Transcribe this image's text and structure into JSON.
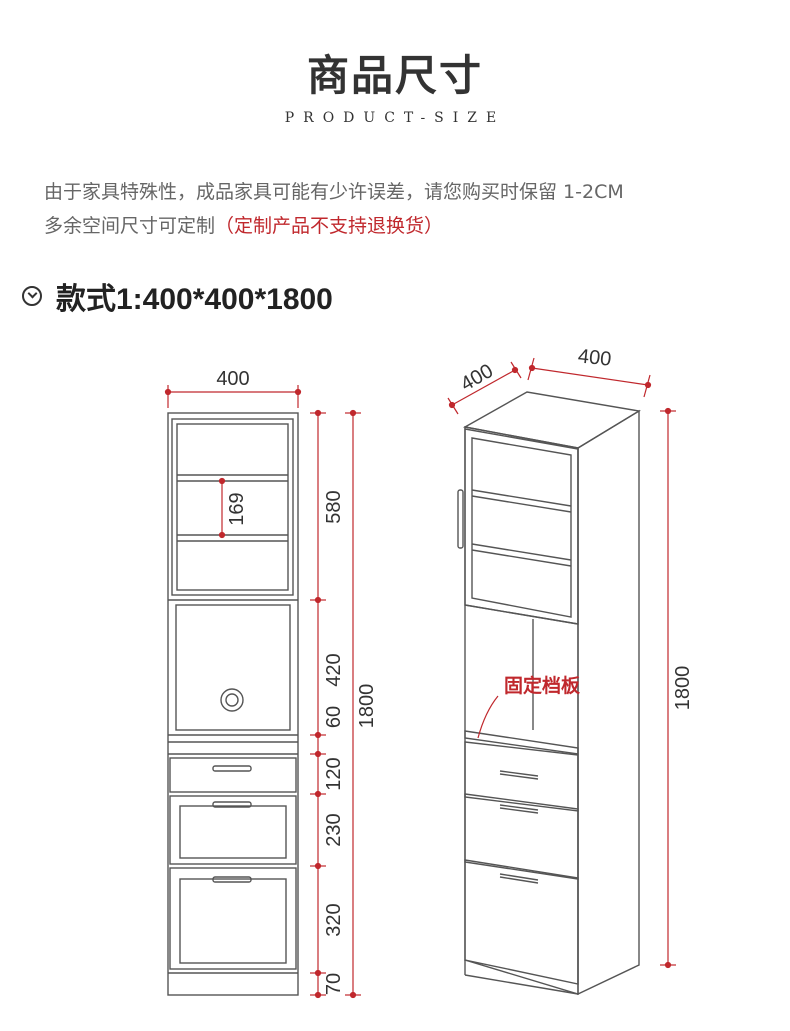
{
  "header": {
    "title": "商品尺寸",
    "subtitle": "PRODUCT-SIZE"
  },
  "notice": {
    "line1": "由于家具特殊性，成品家具可能有少许误差，请您购买时保留 1-2CM",
    "line2_prefix": "多余空间尺寸可定制",
    "line2_red": "（定制产品不支持退换货）"
  },
  "style": {
    "label": "款式1:400*400*1800"
  },
  "front_view": {
    "width_label": "400",
    "shelf_gap_label": "169",
    "sections": [
      "580",
      "420",
      "60",
      "120",
      "230",
      "320",
      "70"
    ],
    "total_height_label": "1800"
  },
  "iso_view": {
    "depth_label": "400",
    "width_label": "400",
    "height_label": "1800",
    "callout": "固定档板"
  },
  "colors": {
    "dimension_red": "#c0282d",
    "outline": "#555555"
  }
}
